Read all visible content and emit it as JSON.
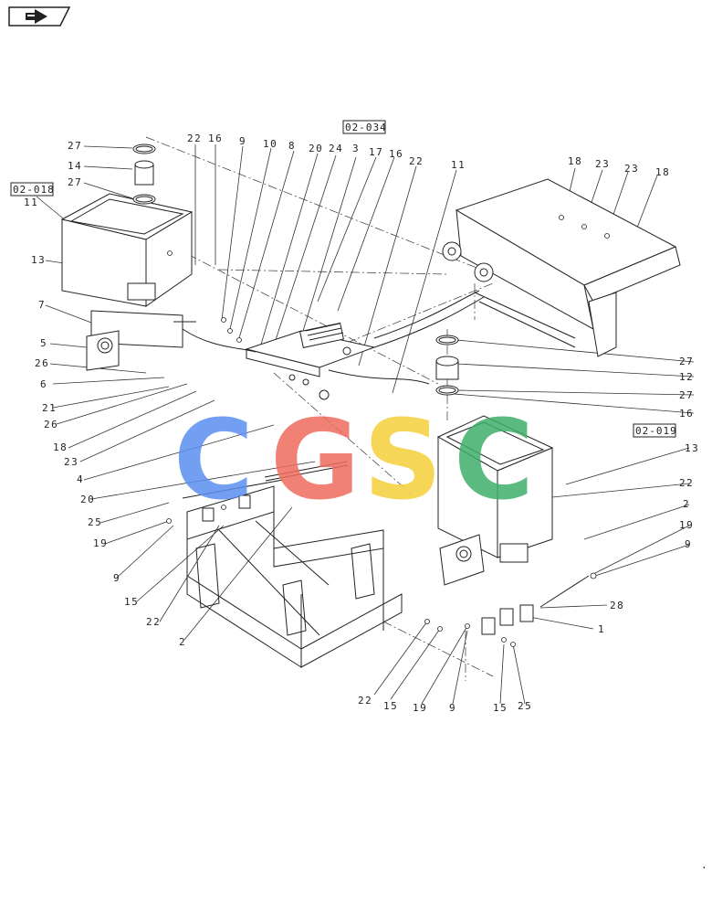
{
  "nav": {
    "icon": "forward-arrow-icon"
  },
  "watermark": {
    "letters": [
      "C",
      "G",
      "S",
      "C"
    ],
    "colors": [
      "#5b8ff2",
      "#ef6b5e",
      "#f5cf3a",
      "#3fae6a"
    ]
  },
  "references": [
    "02-034",
    "02-018",
    "02-019"
  ],
  "callouts": {
    "top": [
      "22",
      "16",
      "9",
      "10",
      "8",
      "20",
      "24",
      "3",
      "17",
      "16",
      "22",
      "11",
      "18",
      "23",
      "23",
      "18"
    ],
    "left": [
      "27",
      "14",
      "27",
      "11",
      "13",
      "7",
      "5",
      "26",
      "6",
      "21",
      "26",
      "18",
      "23",
      "4",
      "20",
      "25",
      "19",
      "9",
      "15",
      "22",
      "2"
    ],
    "right": [
      "27",
      "12",
      "27",
      "16",
      "13",
      "22",
      "2",
      "19",
      "9",
      "28",
      "1"
    ],
    "bottom": [
      "22",
      "15",
      "19",
      "9",
      "15",
      "25"
    ]
  },
  "footer_mark": "."
}
